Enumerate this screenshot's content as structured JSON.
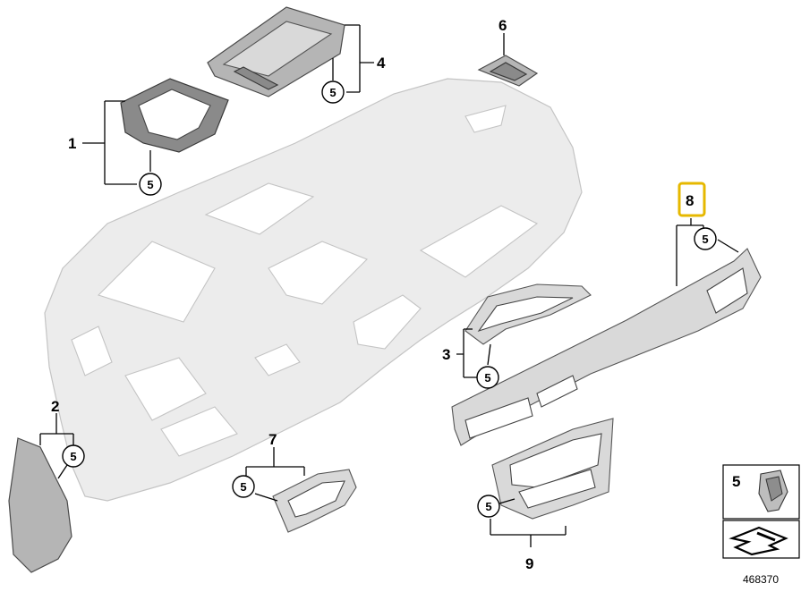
{
  "diagram": {
    "callouts": [
      "1",
      "2",
      "3",
      "4",
      "6",
      "7",
      "8",
      "9"
    ],
    "clip_ref": "5",
    "legend_label": "5",
    "reference_number": "468370",
    "highlight_color": "#e6b800"
  }
}
